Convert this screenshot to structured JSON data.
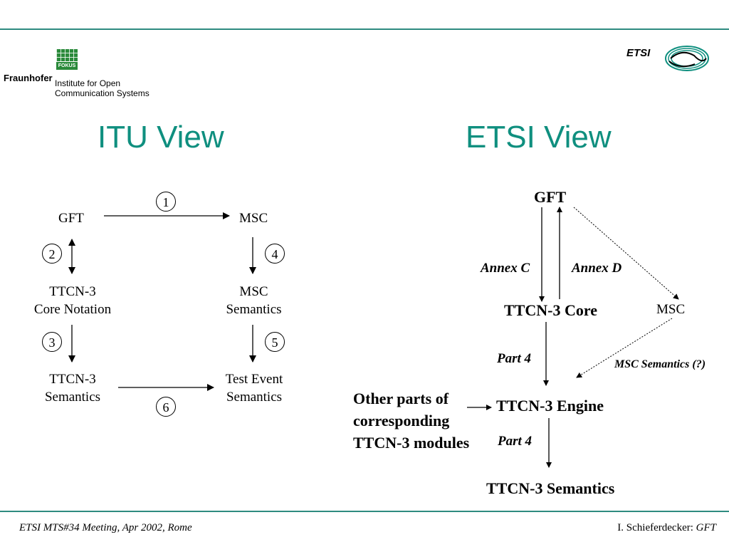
{
  "header": {
    "org_name": "Fraunhofer",
    "org_line1": "Institute for Open",
    "org_line2": "Communication Systems",
    "fokus_label": "FOKUS",
    "etsi_label": "ETSI"
  },
  "titles": {
    "left": "ITU View",
    "right": "ETSI View"
  },
  "itu": {
    "gft": "GFT",
    "msc": "MSC",
    "core_line1": "TTCN-3",
    "core_line2": "Core Notation",
    "msc_sem_line1": "MSC",
    "msc_sem_line2": "Semantics",
    "ttcn_sem_line1": "TTCN-3",
    "ttcn_sem_line2": "Semantics",
    "test_event_line1": "Test Event",
    "test_event_line2": "Semantics",
    "steps": [
      "1",
      "2",
      "3",
      "4",
      "5",
      "6"
    ]
  },
  "etsi": {
    "gft": "GFT",
    "annex_c": "Annex C",
    "annex_d": "Annex D",
    "core": "TTCN-3 Core",
    "msc": "MSC",
    "part4_a": "Part 4",
    "msc_semantics": "MSC Semantics (?)",
    "other_line1": "Other parts of",
    "other_line2": "corresponding",
    "other_line3": "TTCN-3 modules",
    "engine": "TTCN-3 Engine",
    "part4_b": "Part 4",
    "semantics": "TTCN-3 Semantics"
  },
  "footer": {
    "left": "ETSI MTS#34 Meeting, Apr 2002, Rome",
    "right_author": "I. Schieferdecker: ",
    "right_topic": "GFT"
  }
}
